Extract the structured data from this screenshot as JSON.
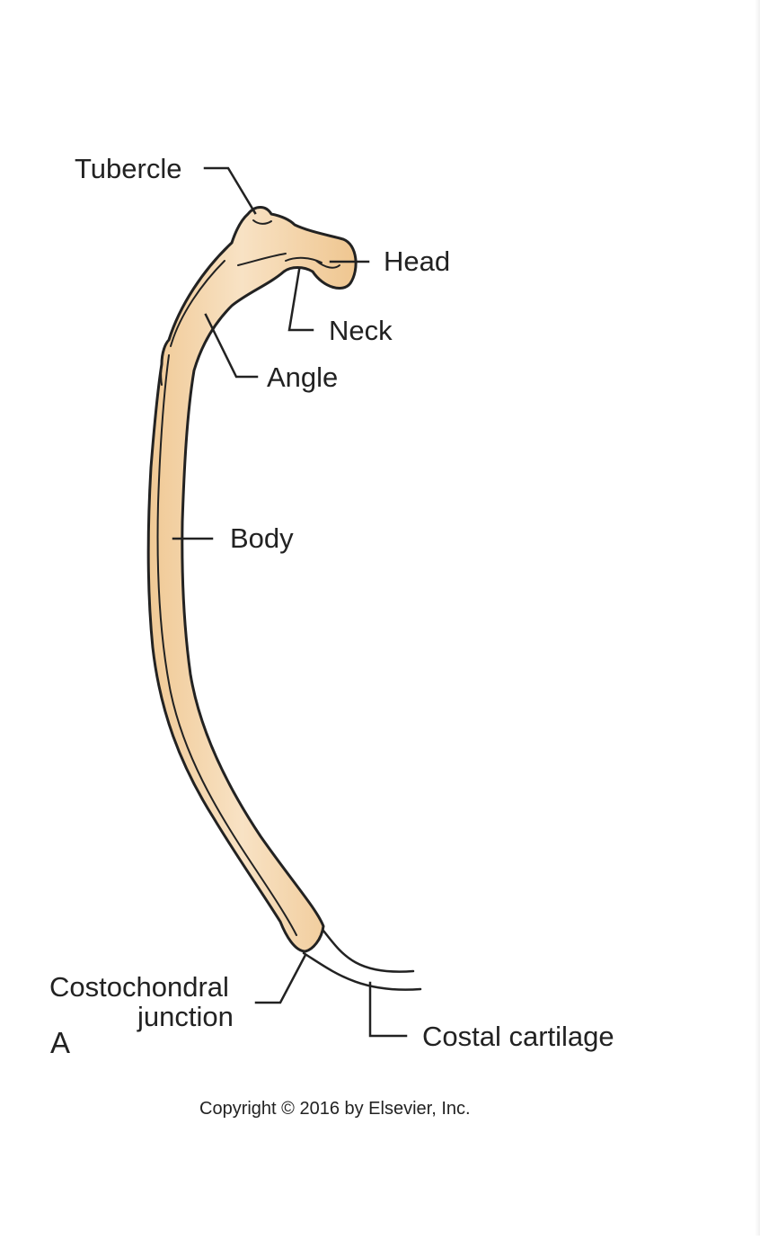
{
  "labels": {
    "tubercle": "Tubercle",
    "head": "Head",
    "neck": "Neck",
    "angle": "Angle",
    "body": "Body",
    "costochondral_line1": "Costochondral",
    "costochondral_line2": "junction",
    "costal_cartilage": "Costal cartilage"
  },
  "panel_letter": "A",
  "copyright": "Copyright © 2016 by Elsevier, Inc.",
  "colors": {
    "bone_fill": "#f2cfa0",
    "bone_highlight": "#f8e2c4",
    "outline": "#222222"
  }
}
